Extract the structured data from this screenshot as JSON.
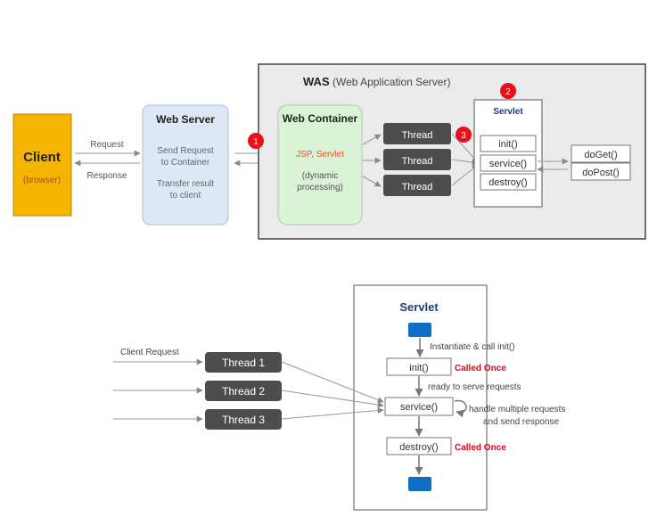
{
  "top": {
    "client": {
      "title": "Client",
      "subtitle": "(browser)"
    },
    "arrows": {
      "request": "Request",
      "response": "Response"
    },
    "web_server": {
      "title": "Web Server",
      "line1": "Send Request",
      "line2": "to Container",
      "line3": "Transfer result",
      "line4": "to client"
    },
    "was": {
      "title_bold": "WAS",
      "title_rest": " (Web Application Server)"
    },
    "web_container": {
      "title": "Web Container",
      "tech": "JSP, Servlet",
      "desc1": "(dynamic",
      "desc2": "processing)"
    },
    "threads": [
      "Thread",
      "Thread",
      "Thread"
    ],
    "servlet": {
      "title": "Servlet",
      "methods": [
        "init()",
        "service()",
        "destroy()"
      ]
    },
    "handlers": [
      "doGet()",
      "doPost()"
    ],
    "badges": [
      "1",
      "2",
      "3"
    ]
  },
  "bottom": {
    "client_request": "Client Request",
    "threads": [
      "Thread 1",
      "Thread 2",
      "Thread 3"
    ],
    "servlet_title": "Servlet",
    "init": "init()",
    "service": "service()",
    "destroy": "destroy()",
    "called_once": "Called Once",
    "instantiate": "Instantiate & call init()",
    "ready": "ready to serve requests",
    "handle1": "handle multiple requests",
    "handle2": "and send response"
  },
  "colors": {
    "client_fill": "#f4b400",
    "web_server_fill": "#dce8f5",
    "container_fill": "#daf2d5",
    "was_fill": "#ebebeb",
    "thread_fill": "#4d4d4d",
    "badge_fill": "#e8101a",
    "servlet_title": "#1f3c7a",
    "called_once": "#e0001a",
    "jsp_text": "#e8542a",
    "lifecycle_node": "#0f6fc6"
  }
}
